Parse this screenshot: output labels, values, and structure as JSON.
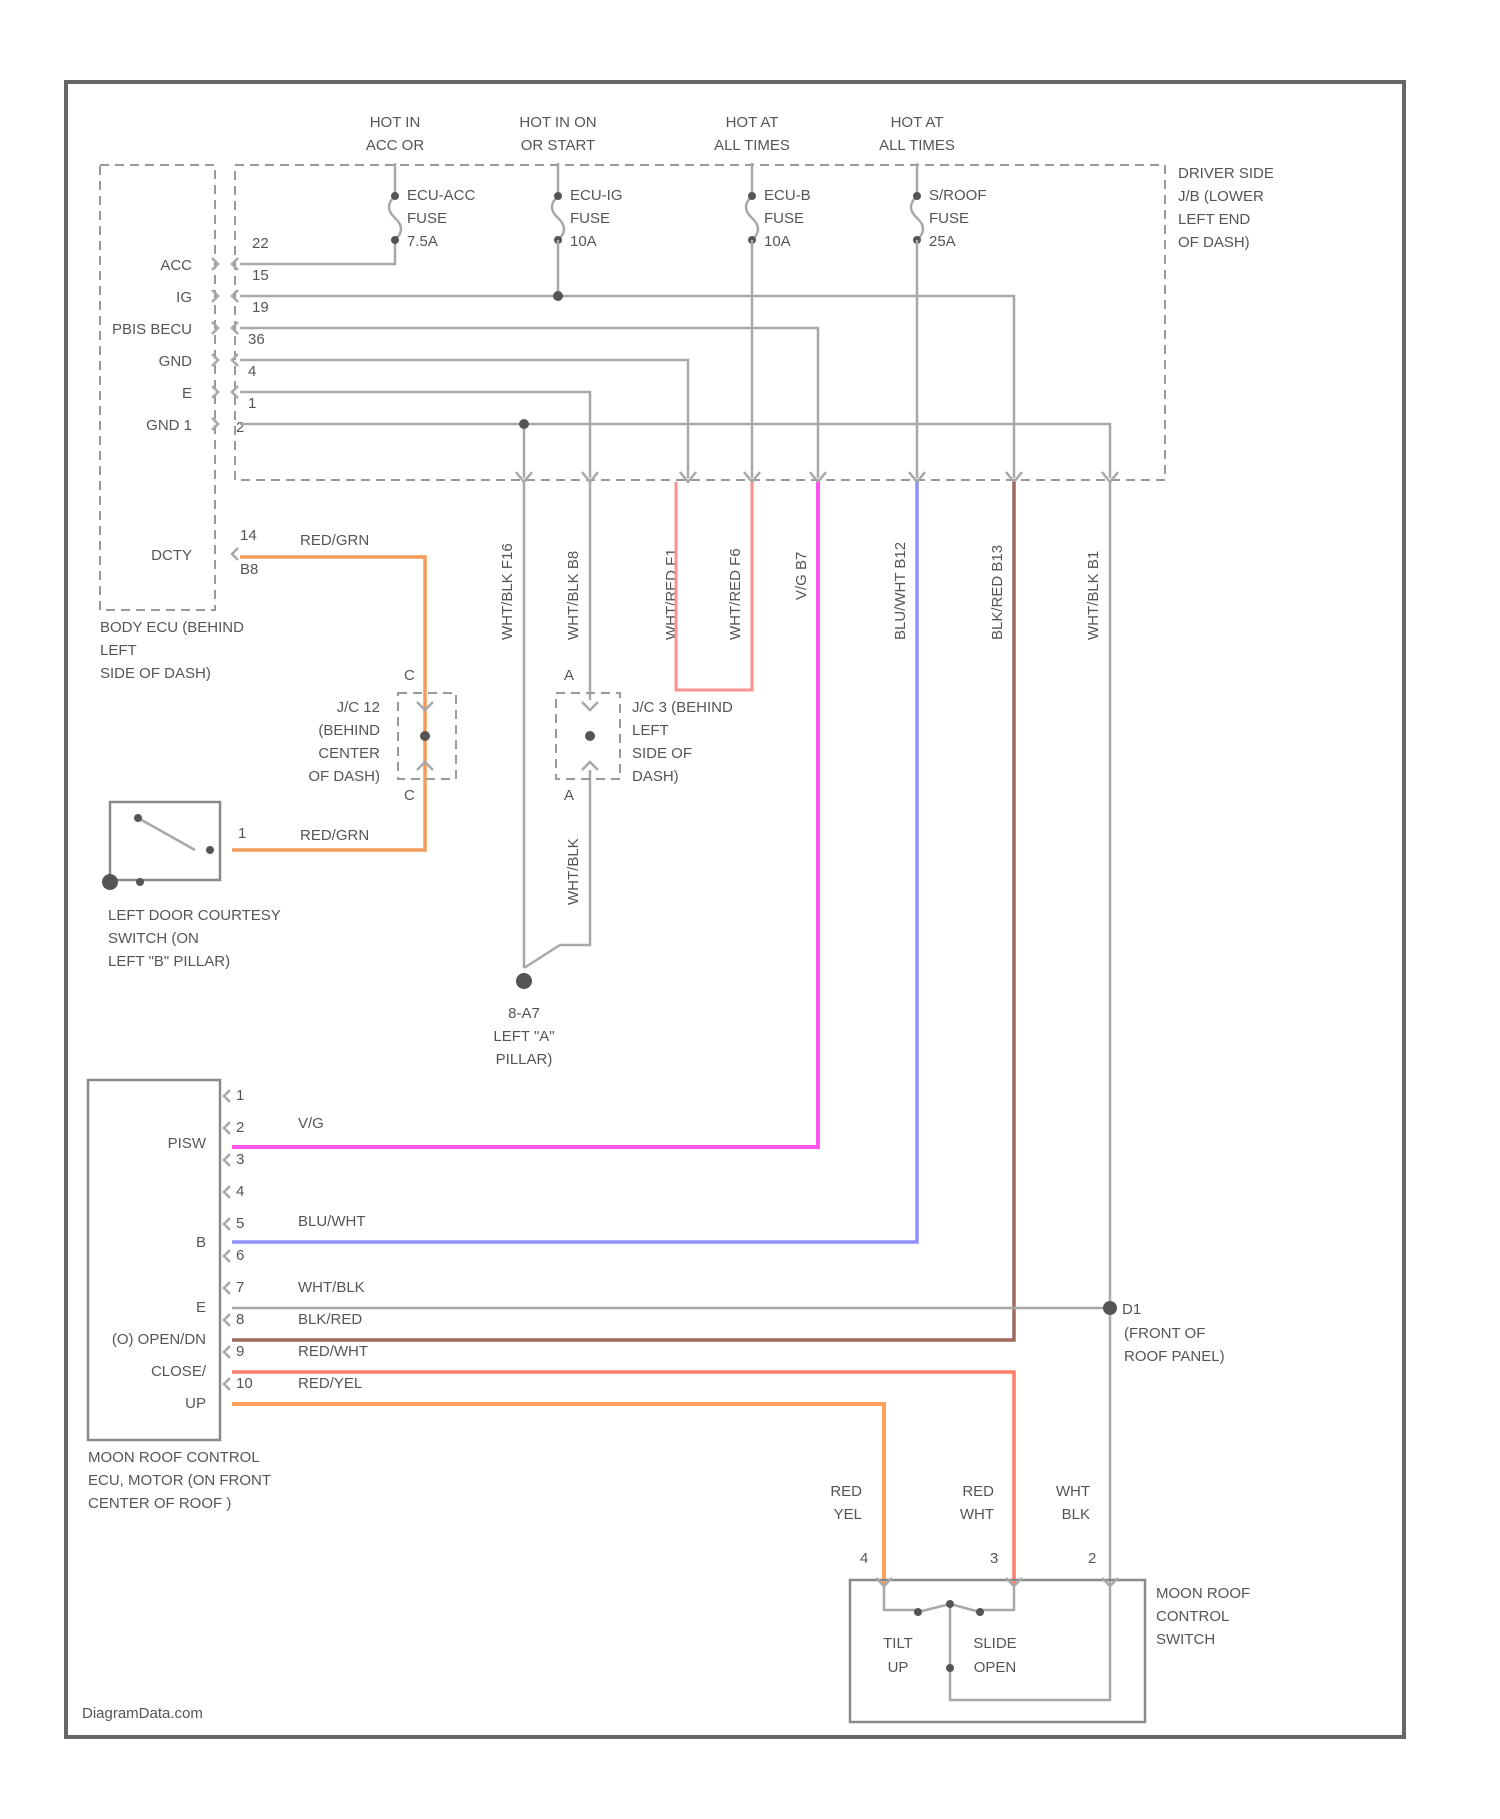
{
  "power_labels": [
    {
      "l1": "HOT IN",
      "l2": "ACC OR"
    },
    {
      "l1": "HOT IN ON",
      "l2": "OR START"
    },
    {
      "l1": "HOT AT",
      "l2": "ALL TIMES"
    },
    {
      "l1": "HOT AT",
      "l2": "ALL TIMES"
    }
  ],
  "fuses": [
    {
      "l1": "ECU-ACC",
      "l2": "FUSE",
      "l3": "7.5A"
    },
    {
      "l1": "ECU-IG",
      "l2": "FUSE",
      "l3": "10A"
    },
    {
      "l1": "ECU-B",
      "l2": "FUSE",
      "l3": "10A"
    },
    {
      "l1": "S/ROOF",
      "l2": "FUSE",
      "l3": "25A"
    }
  ],
  "driver_jb": [
    "DRIVER SIDE",
    "J/B (LOWER",
    "LEFT END",
    "OF DASH)"
  ],
  "body_ecu_pins": [
    {
      "name": "ACC",
      "num": "22"
    },
    {
      "name": "IG",
      "num": "15"
    },
    {
      "name": "PBIS BECU",
      "num": "19"
    },
    {
      "name": "GND",
      "num": "36"
    },
    {
      "name": "E",
      "num": "4"
    },
    {
      "name": "GND 1",
      "num": "1"
    },
    {
      "name": "",
      "num": "2"
    }
  ],
  "body_ecu_dcty": {
    "name": "DCTY",
    "num1": "14",
    "num2": "B8"
  },
  "body_ecu_label": [
    "BODY ECU (BEHIND",
    "LEFT",
    "SIDE OF DASH)"
  ],
  "jb_vertical_wires": [
    "WHT/BLK  F16",
    "WHT/BLK  B8",
    "WHT/RED  F1",
    "WHT/RED  F6",
    "V/G  B7",
    "BLU/WHT  B12",
    "BLK/RED  B13",
    "WHT/BLK  B1"
  ],
  "dcty_wire_label": "RED/GRN",
  "jc12": {
    "pin_top": "C",
    "pin_bottom": "C",
    "lines": [
      "J/C 12",
      "(BEHIND",
      "CENTER",
      "OF DASH)"
    ]
  },
  "jc3": {
    "pin_top": "A",
    "pin_bottom": "A",
    "lines": [
      "J/C 3 (BEHIND",
      "LEFT",
      "SIDE OF",
      "DASH)"
    ]
  },
  "jc3_lower_wire": "WHT/BLK",
  "courtesy_switch": {
    "pin": "1",
    "wire": "RED/GRN",
    "lines": [
      "LEFT DOOR COURTESY",
      "SWITCH (ON",
      "LEFT \"B\" PILLAR)"
    ]
  },
  "ground": [
    "8-A7",
    "LEFT \"A\"",
    "PILLAR)"
  ],
  "moonroof_ecu_pins": [
    {
      "num": "1",
      "name": "",
      "wire": ""
    },
    {
      "num": "2",
      "name": "PISW",
      "wire": "V/G"
    },
    {
      "num": "3",
      "name": "",
      "wire": ""
    },
    {
      "num": "4",
      "name": "",
      "wire": ""
    },
    {
      "num": "5",
      "name": "B",
      "wire": "BLU/WHT"
    },
    {
      "num": "6",
      "name": "",
      "wire": ""
    },
    {
      "num": "7",
      "name": "E",
      "wire": "WHT/BLK"
    },
    {
      "num": "8",
      "name": "(O) OPEN/DN",
      "wire": "BLK/RED"
    },
    {
      "num": "9",
      "name": "CLOSE/",
      "wire": "RED/WHT"
    },
    {
      "num": "10",
      "name": "UP",
      "wire": "RED/YEL"
    }
  ],
  "moonroof_ecu_label": [
    "MOON ROOF CONTROL",
    "ECU, MOTOR (ON FRONT",
    "CENTER OF ROOF )"
  ],
  "roof_ground": {
    "pin": "D1",
    "lines": [
      "(FRONT OF",
      "ROOF PANEL)"
    ]
  },
  "switch_wires": [
    {
      "l1": "RED",
      "l2": "YEL",
      "pin": "4"
    },
    {
      "l1": "RED",
      "l2": "WHT",
      "pin": "3"
    },
    {
      "l1": "WHT",
      "l2": "BLK",
      "pin": "2"
    }
  ],
  "moonroof_switch": {
    "tilt1": "TILT",
    "tilt2": "UP",
    "slide1": "SLIDE",
    "slide2": "OPEN",
    "lines": [
      "MOON ROOF",
      "CONTROL",
      "SWITCH"
    ]
  },
  "watermark": "DiagramData.com",
  "colors": {
    "v_g": "#ff55ee",
    "blu_wht": "#8f8fff",
    "blk_red": "#a06a5e",
    "red_wht": "#ff7f6a",
    "red_yel": "#ff9f5a",
    "red_grn": "#f29b5b",
    "wht_red": "#ff9090"
  }
}
